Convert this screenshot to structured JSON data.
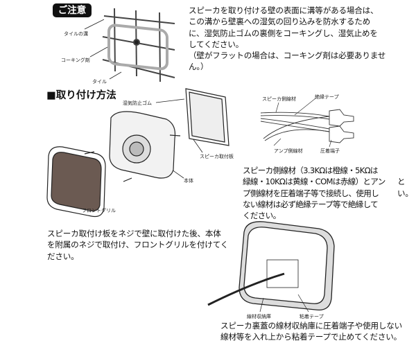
{
  "caution": {
    "badge": "ご注意",
    "text": "スピーカを取り付ける壁の表面に溝等がある場合は、\nこの溝から壁裏への湿気の回り込みを防水するため\nに、湿気防止ゴムの裏側をコーキングし、湿気止めを\nしてください。\n（壁がフラットの場合は、コーキング剤は必要ありませ\nん。）",
    "labels": {
      "tile_groove": "タイルの溝",
      "caulking": "コーキング剤",
      "tile": "タイル"
    }
  },
  "install": {
    "heading": "■取り付け方法",
    "labels": {
      "rubber": "湿気防止ゴム",
      "plate": "スピーカ取付板",
      "body": "本体",
      "grill": "フロントグリル"
    },
    "text": "スピーカ取付け板をネジで壁に取付けた後、本体\nを附属のネジで取付け、フロントグリルを付けてく\nださい。"
  },
  "wiring": {
    "labels": {
      "speaker_wire": "スピーカ側線材",
      "tape": "絶縁テープ",
      "amp_wire": "アンプ側線材",
      "terminal": "圧着端子"
    },
    "text": "スピーカ側線材（3.3KΩは橙線・5KΩは\n緑線・10KΩは黄線・COMは赤線）とアン\nプ側線材を圧着端子等で接続し、使用し\nない線材は必ず絶縁テープ等で絶縁して\nください。",
    "stray": [
      "と",
      "い。"
    ]
  },
  "storage": {
    "labels": {
      "storage": "線材収納庫",
      "tape": "粘着テープ"
    },
    "text": "スピーカ裏蓋の線材収納庫に圧着端子や使用しない\n線材等を入れ上から粘着テープで止めてください。"
  }
}
